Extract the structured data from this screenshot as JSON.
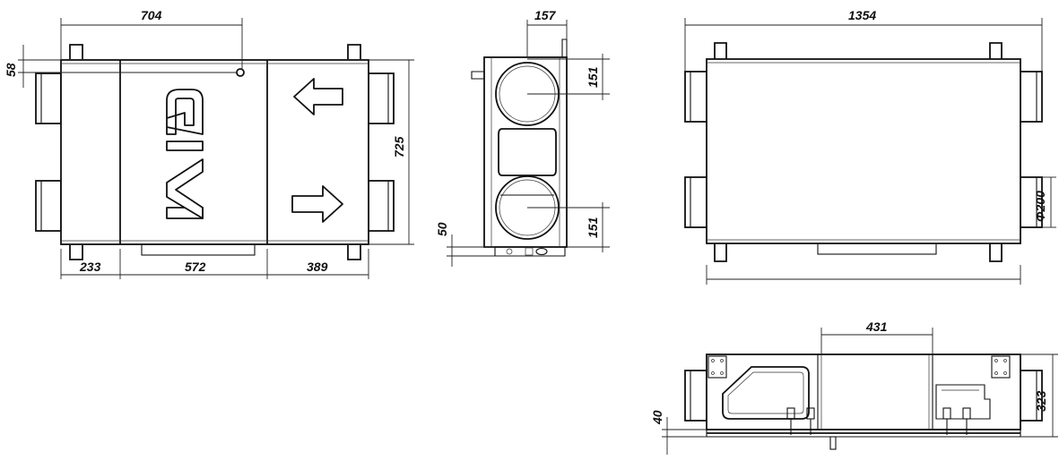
{
  "front_view": {
    "dim_width_top": "704",
    "dim_top_offset": "58",
    "dim_height": "725",
    "dim_left_section": "233",
    "dim_middle_section": "572",
    "dim_right_section": "389",
    "logo": "AIR"
  },
  "side_view": {
    "dim_width": "157",
    "dim_upper_duct": "151",
    "dim_lower_duct": "151",
    "dim_base": "50"
  },
  "top_view": {
    "dim_length": "1354",
    "dim_duct_diameter": "Φ200"
  },
  "bottom_view": {
    "dim_panel": "431",
    "dim_height": "323",
    "dim_base": "40"
  }
}
